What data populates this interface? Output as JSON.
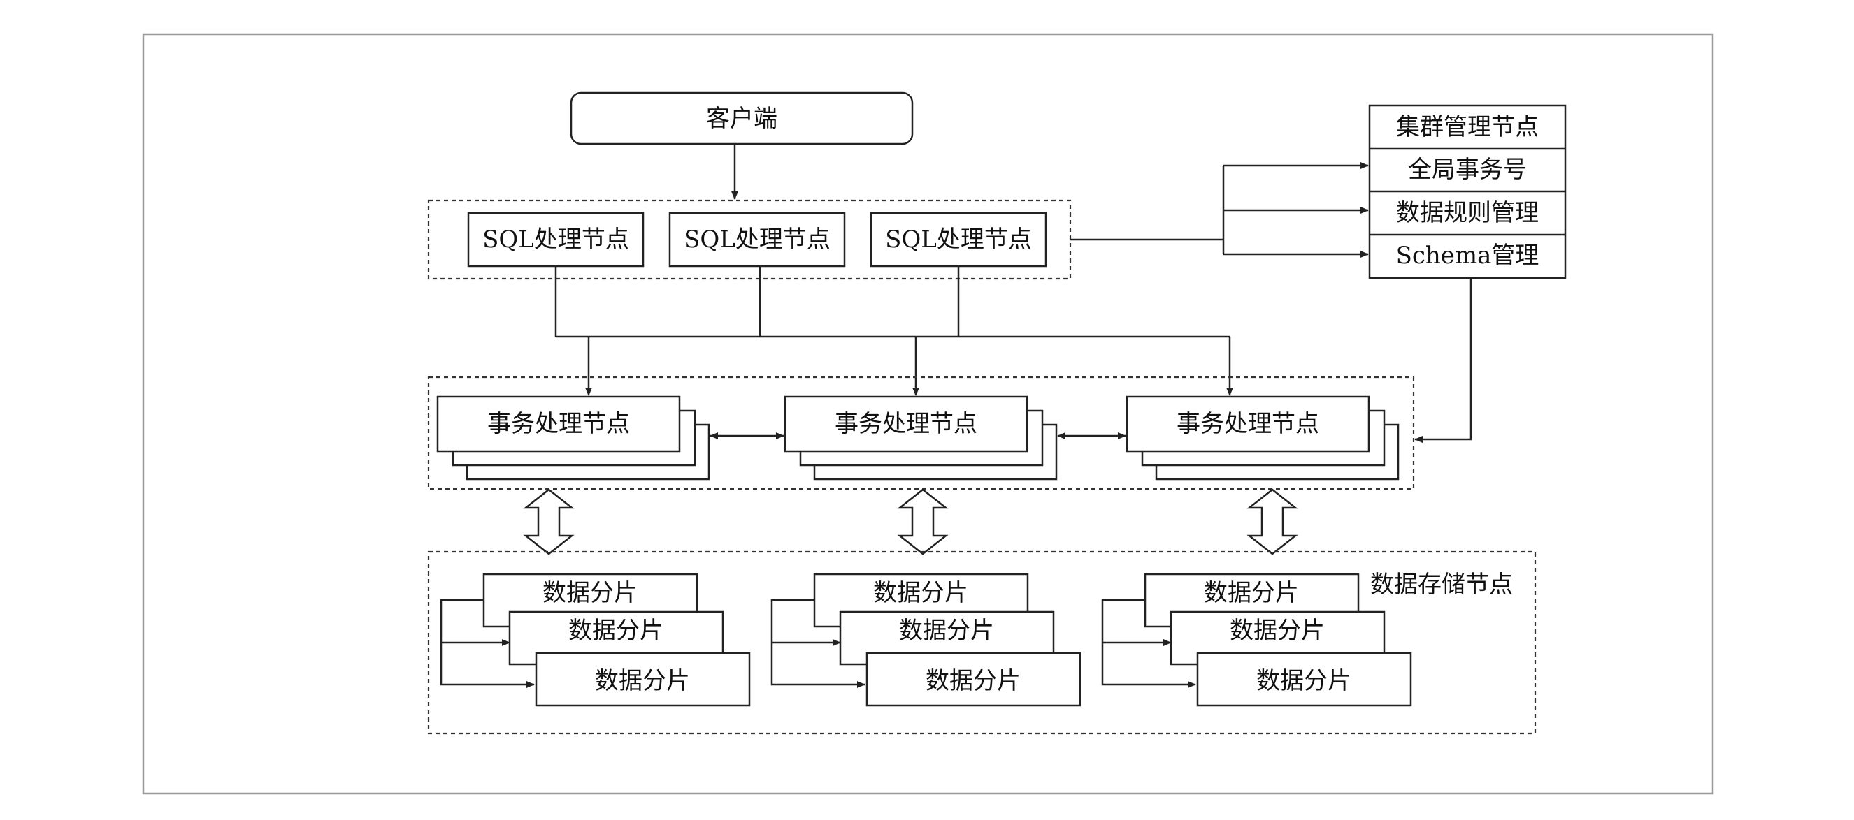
{
  "client": {
    "label": "客户端"
  },
  "sql_nodes": [
    {
      "label": "SQL处理节点"
    },
    {
      "label": "SQL处理节点"
    },
    {
      "label": "SQL处理节点"
    }
  ],
  "cluster_panel": {
    "rows": [
      {
        "label": "集群管理节点"
      },
      {
        "label": "全局事务号"
      },
      {
        "label": "数据规则管理"
      },
      {
        "label": "Schema管理"
      }
    ]
  },
  "transaction_nodes": [
    {
      "label": "事务处理节点"
    },
    {
      "label": "事务处理节点"
    },
    {
      "label": "事务处理节点"
    }
  ],
  "storage": {
    "group_label": "数据存储节点",
    "groups": [
      {
        "shards": [
          {
            "label": "数据分片"
          },
          {
            "label": "数据分片"
          },
          {
            "label": "数据分片"
          }
        ]
      },
      {
        "shards": [
          {
            "label": "数据分片"
          },
          {
            "label": "数据分片"
          },
          {
            "label": "数据分片"
          }
        ]
      },
      {
        "shards": [
          {
            "label": "数据分片"
          },
          {
            "label": "数据分片"
          },
          {
            "label": "数据分片"
          }
        ]
      }
    ]
  }
}
